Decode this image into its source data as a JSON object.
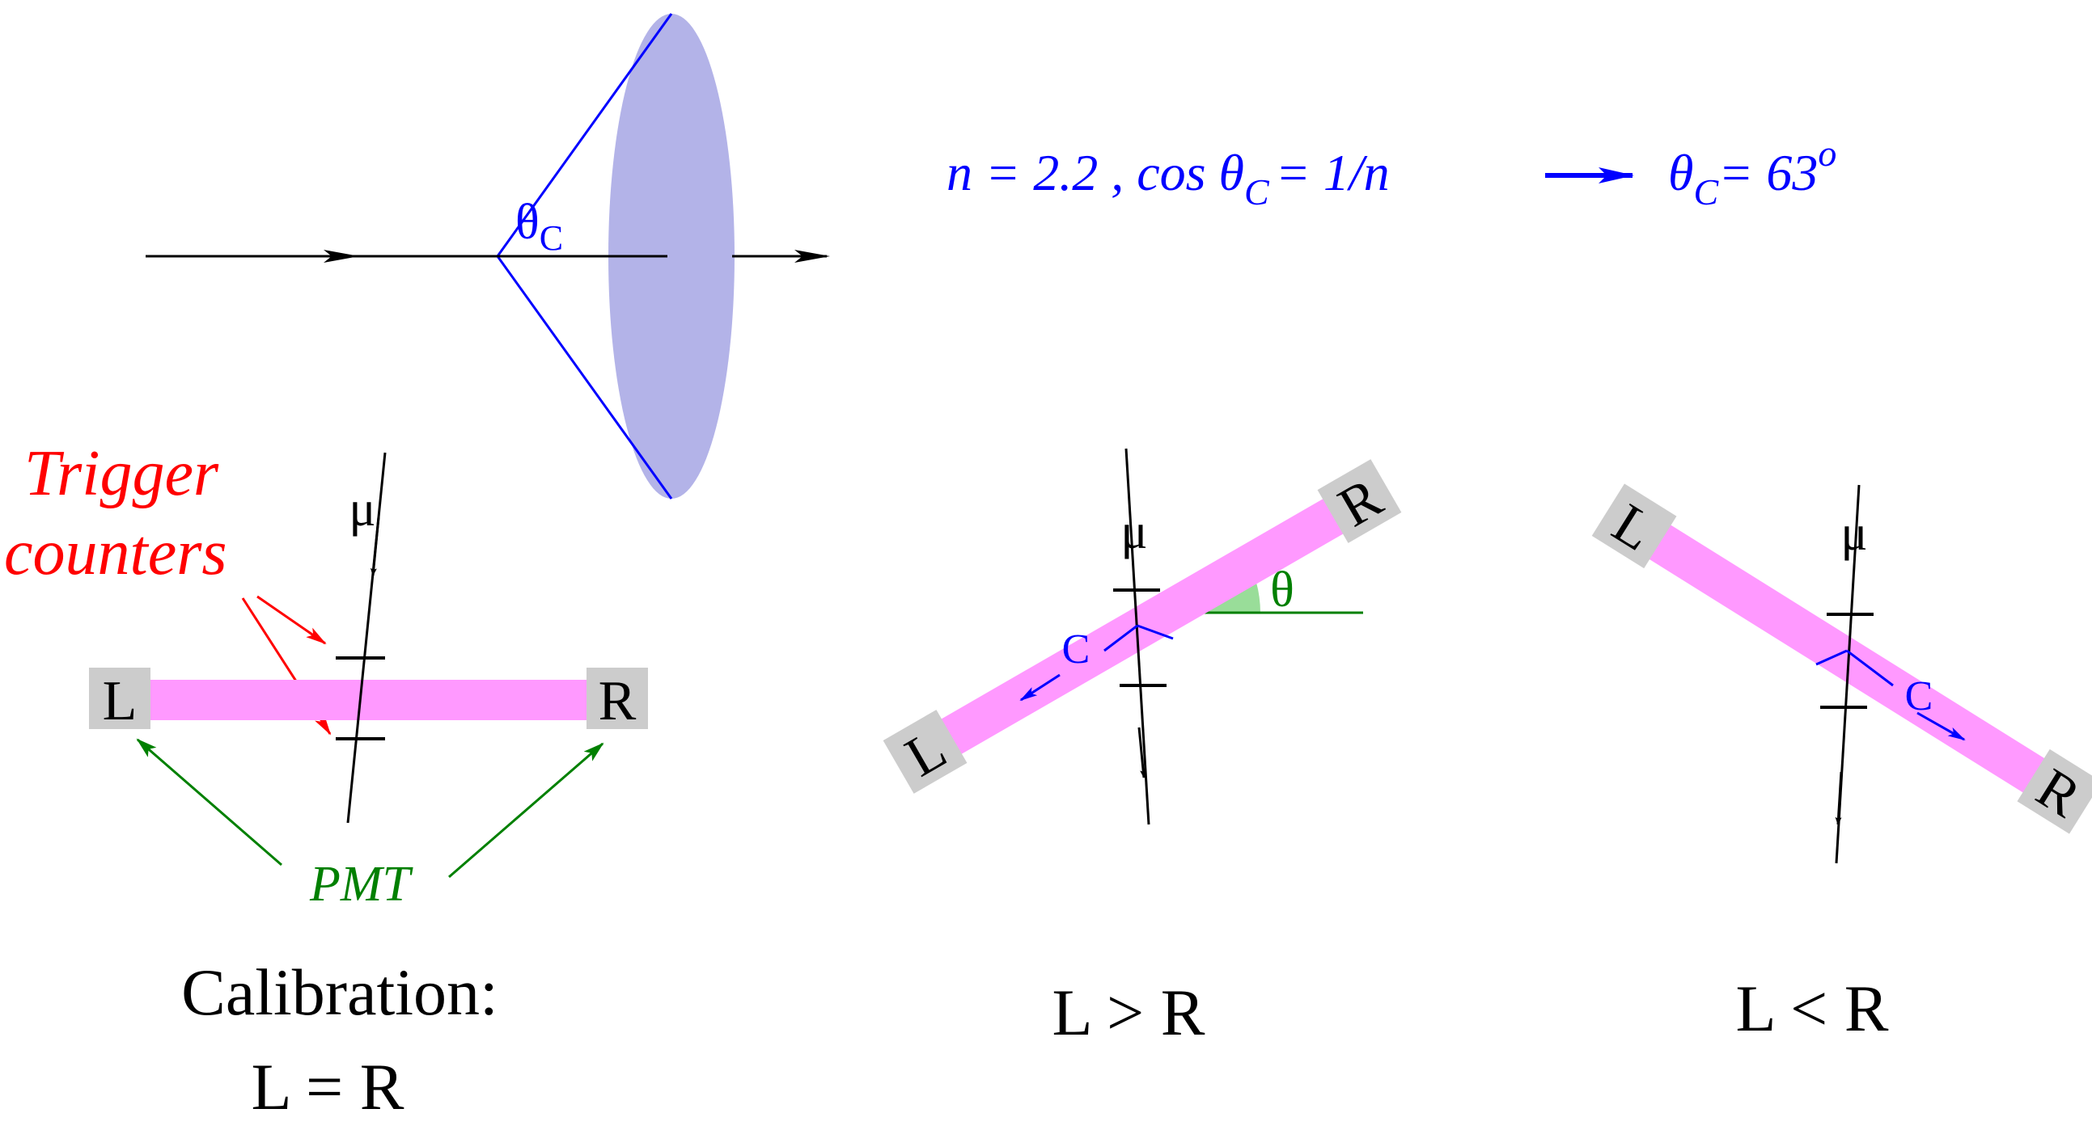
{
  "colors": {
    "beam_arrow": "#000000",
    "cherenkov_blue": "#0000ff",
    "cone_fill": "#b3b3e8",
    "scintillator": "#ff99ff",
    "pmt_box": "#cccccc",
    "trigger_red": "#ff0000",
    "pmt_green": "#008000",
    "angle_fill": "#99dd99"
  },
  "cone": {
    "angle_label": "θ",
    "angle_sub": "C"
  },
  "formula": {
    "part1": "n = 2.2 , cos θ",
    "sub1": "C",
    "part2": "= 1/n",
    "part3": "θ",
    "sub2": "C",
    "part4": "= 63",
    "sup": "o"
  },
  "calibration": {
    "trigger_label_line1": "Trigger",
    "trigger_label_line2": "counters",
    "pmt_label": "PMT",
    "left_label": "L",
    "right_label": "R",
    "muon_label": "μ",
    "caption_line1": "Calibration:",
    "caption_line2": "L = R"
  },
  "tilted_up": {
    "left_label": "L",
    "right_label": "R",
    "muon_label": "μ",
    "light_label": "C",
    "angle_label": "θ",
    "caption": "L > R"
  },
  "tilted_down": {
    "left_label": "L",
    "right_label": "R",
    "muon_label": "μ",
    "light_label": "C",
    "caption": "L < R"
  },
  "icons": {
    "arrow": "right-arrow-icon"
  }
}
